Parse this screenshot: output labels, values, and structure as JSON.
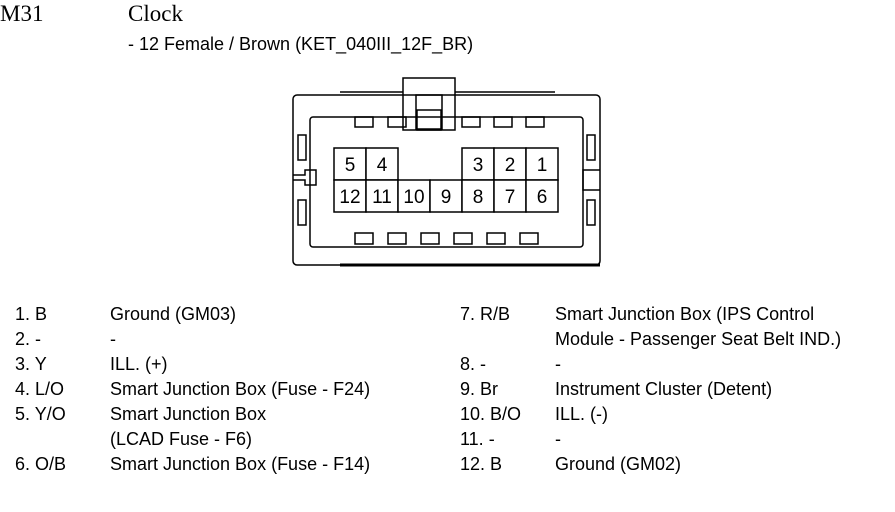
{
  "header": {
    "code": "M31",
    "name": "Clock",
    "subtitle": "- 12 Female / Brown (KET_040III_12F_BR)"
  },
  "connector": {
    "cells": [
      {
        "n": "5",
        "r": 0,
        "c": 0
      },
      {
        "n": "4",
        "r": 0,
        "c": 1
      },
      {
        "n": "3",
        "r": 0,
        "c": 4
      },
      {
        "n": "2",
        "r": 0,
        "c": 5
      },
      {
        "n": "1",
        "r": 0,
        "c": 6
      },
      {
        "n": "12",
        "r": 1,
        "c": 0
      },
      {
        "n": "11",
        "r": 1,
        "c": 1
      },
      {
        "n": "10",
        "r": 1,
        "c": 2
      },
      {
        "n": "9",
        "r": 1,
        "c": 3
      },
      {
        "n": "8",
        "r": 1,
        "c": 4
      },
      {
        "n": "7",
        "r": 1,
        "c": 5
      },
      {
        "n": "6",
        "r": 1,
        "c": 6
      }
    ]
  },
  "pins_left": [
    {
      "pin": "1. B",
      "desc": "Ground (GM03)"
    },
    {
      "pin": "2. -",
      "desc": "-"
    },
    {
      "pin": "3. Y",
      "desc": "ILL. (+)"
    },
    {
      "pin": "4. L/O",
      "desc": "Smart Junction Box (Fuse - F24)"
    },
    {
      "pin": "5. Y/O",
      "desc": "Smart Junction Box"
    },
    {
      "pin": "",
      "desc": "(LCAD Fuse - F6)"
    },
    {
      "pin": "6. O/B",
      "desc": "Smart Junction Box (Fuse - F14)"
    }
  ],
  "pins_right": [
    {
      "pin": "7. R/B",
      "desc": "Smart Junction Box (IPS Control"
    },
    {
      "pin": "",
      "desc": "Module - Passenger Seat Belt IND.)"
    },
    {
      "pin": "8. -",
      "desc": "-"
    },
    {
      "pin": "9. Br",
      "desc": "Instrument Cluster (Detent)"
    },
    {
      "pin": "10. B/O",
      "desc": "ILL. (-)"
    },
    {
      "pin": "11. -",
      "desc": "-"
    },
    {
      "pin": "12. B",
      "desc": "Ground (GM02)"
    }
  ]
}
